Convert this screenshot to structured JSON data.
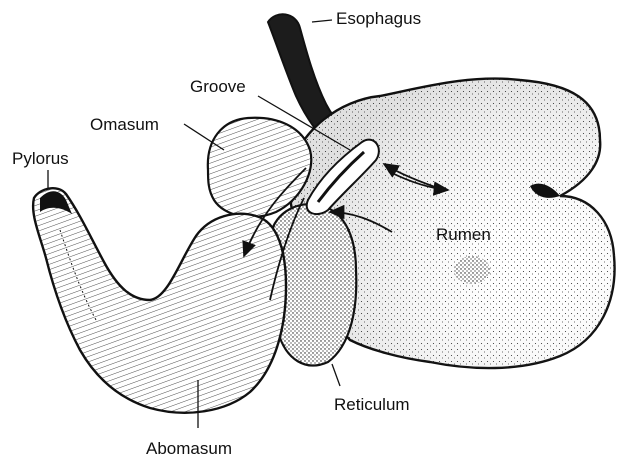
{
  "labels": {
    "esophagus": "Esophagus",
    "groove": "Groove",
    "omasum": "Omasum",
    "pylorus": "Pylorus",
    "rumen": "Rumen",
    "reticulum": "Reticulum",
    "abomasum": "Abomasum"
  }
}
